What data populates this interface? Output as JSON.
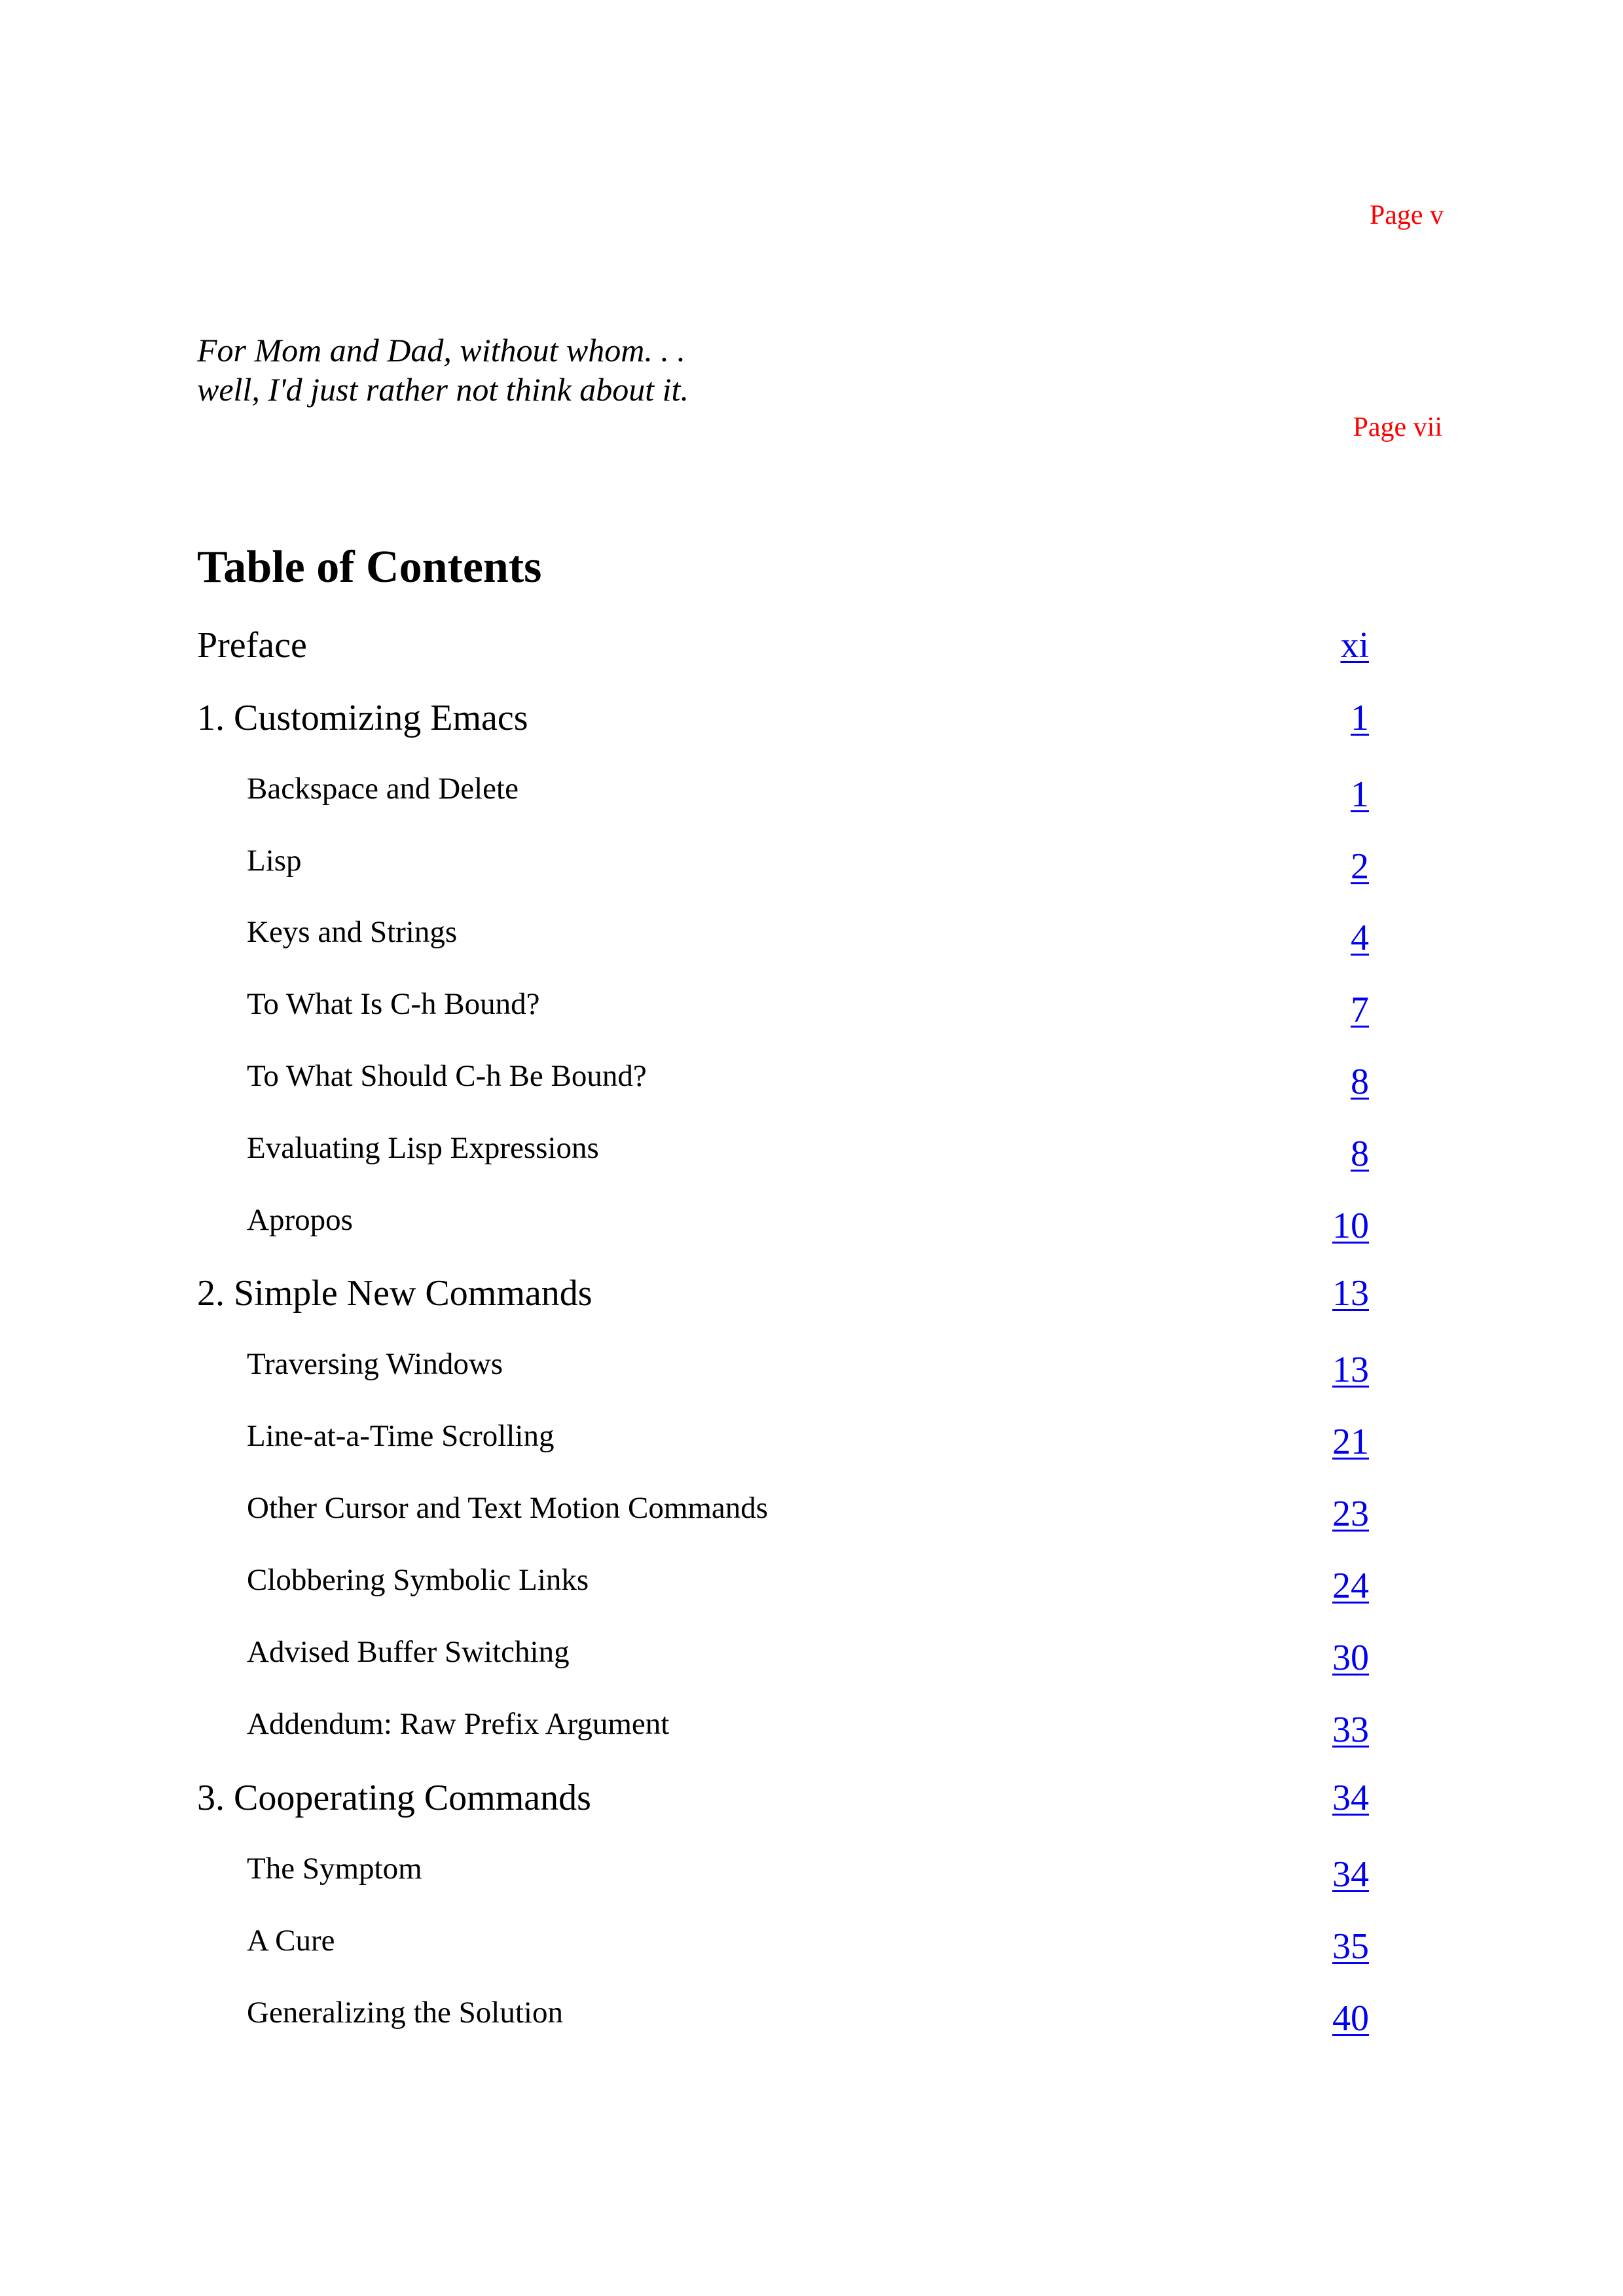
{
  "page_markers": {
    "first": "Page v",
    "second": "Page vii"
  },
  "dedication": {
    "line1": "For Mom and Dad, without whom. . .",
    "line2": "well, I'd just rather not think about it."
  },
  "toc": {
    "title": "Table of Contents",
    "entries": [
      {
        "level": "chapter",
        "label": "Preface",
        "page": "xi"
      },
      {
        "level": "chapter",
        "label": "1. Customizing Emacs",
        "page": "1"
      },
      {
        "level": "section",
        "label": "Backspace and Delete",
        "page": "1"
      },
      {
        "level": "section",
        "label": "Lisp",
        "page": "2"
      },
      {
        "level": "section",
        "label": "Keys and Strings",
        "page": "4"
      },
      {
        "level": "section",
        "label": "To What Is C-h Bound?",
        "page": "7"
      },
      {
        "level": "section",
        "label": "To What Should C-h Be Bound?",
        "page": "8"
      },
      {
        "level": "section",
        "label": "Evaluating Lisp Expressions",
        "page": "8"
      },
      {
        "level": "section",
        "label": "Apropos",
        "page": "10"
      },
      {
        "level": "chapter",
        "label": "2. Simple New Commands",
        "page": "13"
      },
      {
        "level": "section",
        "label": "Traversing Windows",
        "page": "13"
      },
      {
        "level": "section",
        "label": "Line-at-a-Time Scrolling",
        "page": "21"
      },
      {
        "level": "section",
        "label": "Other Cursor and Text Motion Commands",
        "page": "23"
      },
      {
        "level": "section",
        "label": "Clobbering Symbolic Links",
        "page": "24"
      },
      {
        "level": "section",
        "label": "Advised Buffer Switching",
        "page": "30"
      },
      {
        "level": "section",
        "label": "Addendum: Raw Prefix Argument",
        "page": "33"
      },
      {
        "level": "chapter",
        "label": "3. Cooperating Commands",
        "page": "34"
      },
      {
        "level": "section",
        "label": "The Symptom",
        "page": "34"
      },
      {
        "level": "section",
        "label": "A Cure",
        "page": "35"
      },
      {
        "level": "section",
        "label": "Generalizing the Solution",
        "page": "40"
      }
    ]
  }
}
